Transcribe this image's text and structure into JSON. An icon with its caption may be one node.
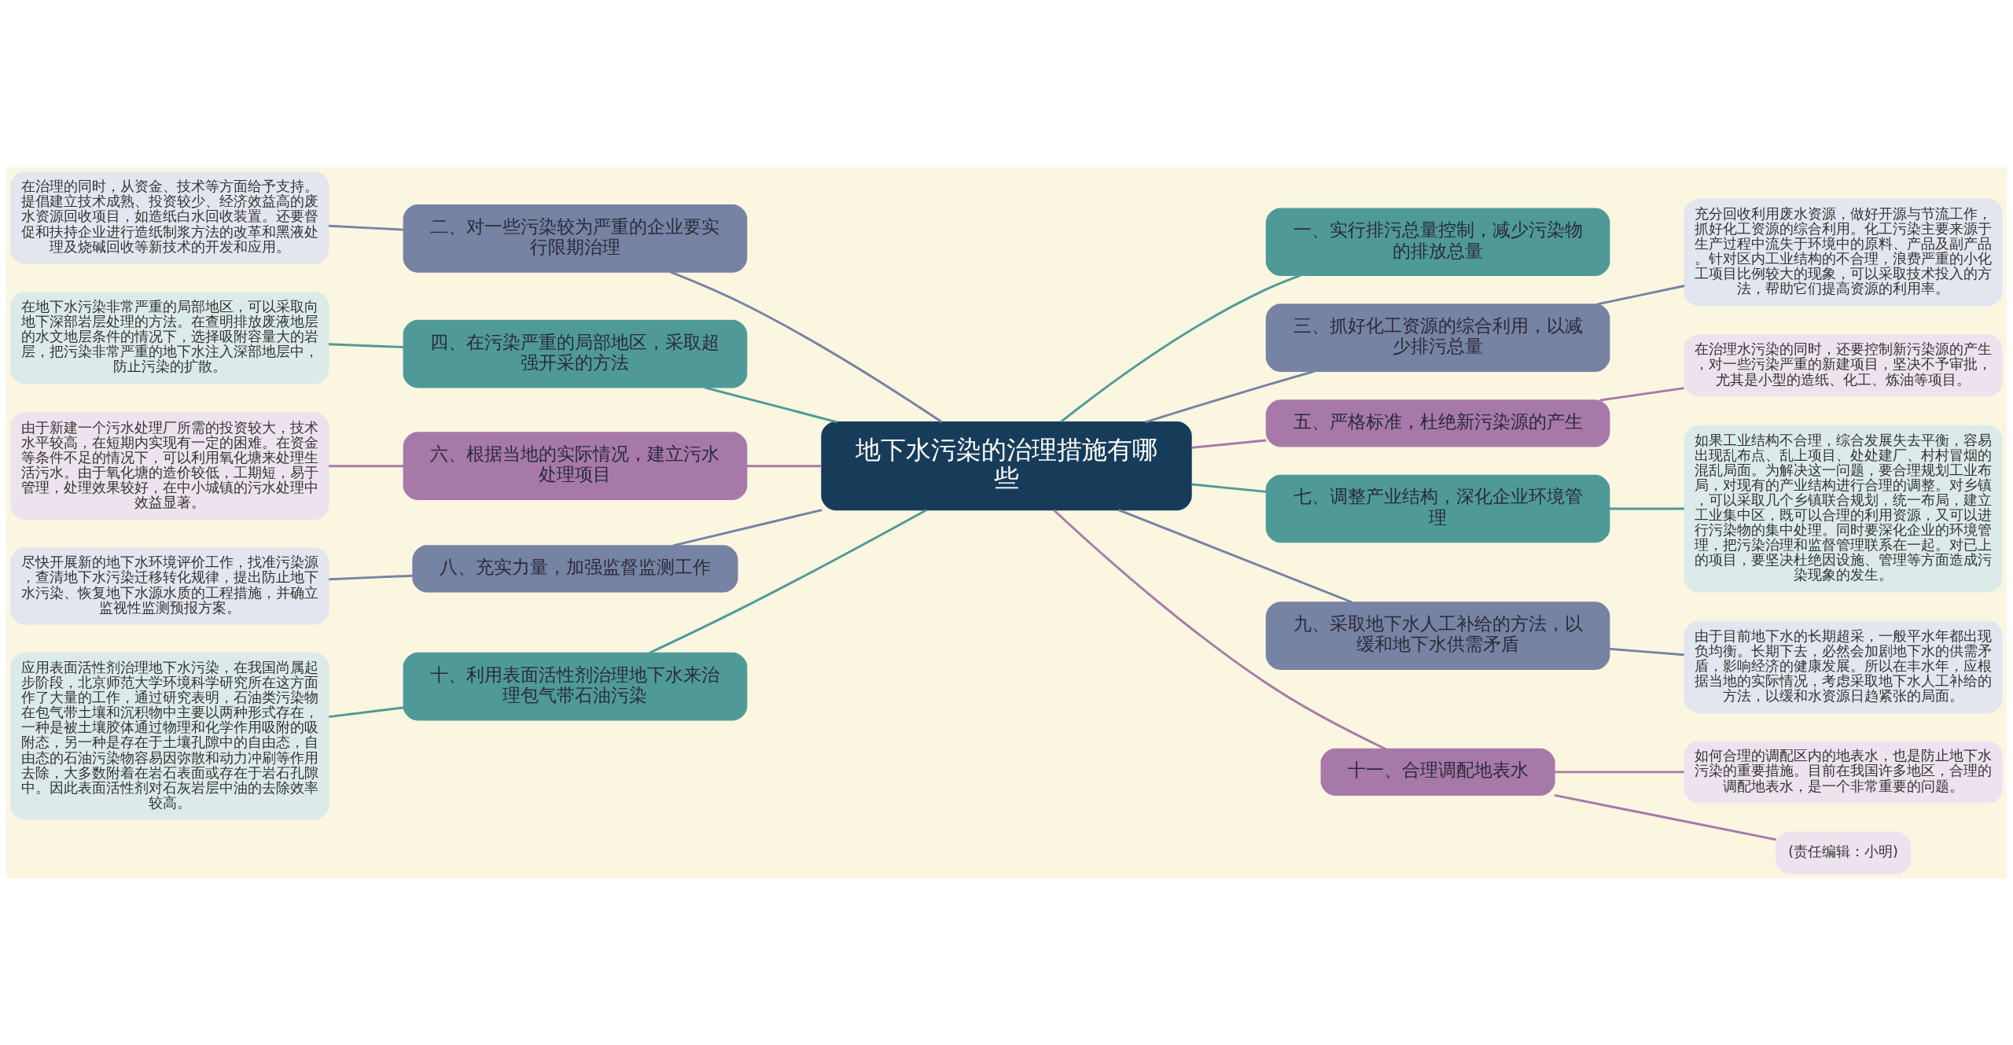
{
  "diagram": {
    "nodes": [
      {
        "text": [
          "地下水污染的治理措施有哪些"
        ]
      },
      {
        "text": [
          "一、实行排污总量控制，减少污染物的排放总量"
        ]
      },
      {
        "text": [
          "二、对一些污染较为严重的企业要实行限期治理"
        ]
      },
      {
        "text": [
          "在治理的同时，从资金、技术等方面给予支持。提倡建立技术成熟、投资较少、经济效益高的废水资源回收项目，如造纸白水回收装置。还要督促和扶持企业进行造纸制浆方法的改革和黑液处理及烧碱回收等新技术的开发和应用。"
        ]
      },
      {
        "text": [
          "三、抓好化工资源的综合利用，以减少排污总量"
        ]
      },
      {
        "text": [
          "充分回收利用废水资源，做好开源与节流工作，抓好化工资源的综合利用。化工污染主要来源于生产过程中流失于环境中的原料、产品及副产品。针对区内工业结构的不合理，浪费严重的小化工项目比例较大的现象，可以采取技术投入的方法，帮助它们提高资源的利用率。"
        ]
      },
      {
        "text": [
          "四、在污染严重的局部地区，采取超强开采的方法"
        ]
      },
      {
        "text": [
          "在地下水污染非常严重的局部地区，可以采取向地下深部岩层处理的方法。在查明排放废液地层的水文地层条件的情况下，选择吸附容量大的岩层，把污染非常严重的地下水注入深部地层中，防止污染的扩散。"
        ]
      },
      {
        "text": [
          "五、严格标准，杜绝新污染源的产生"
        ]
      },
      {
        "text": [
          "在治理水污染的同时，还要控制新污染源的产生，对一些污染严重的新建项目，坚决不予审批，尤其是小型的造纸、化工、炼油等项目。"
        ]
      },
      {
        "text": [
          "六、根据当地的实际情况，建立污水处理项目"
        ]
      },
      {
        "text": [
          "由于新建一个污水处理厂所需的投资较大，技术水平较高，在短期内实现有一定的困难。在资金等条件不足的情况下，可以利用氧化塘来处理生活污水。由于氧化塘的造价较低，工期短，易于管理，处理效果较好，在中小城镇的污水处理中效益显著。"
        ]
      },
      {
        "text": [
          "七、调整产业结构，深化企业环境管理"
        ]
      },
      {
        "text": [
          "如果工业结构不合理，综合发展失去平衡，容易出现乱布点、乱上项目、处处建厂、村村冒烟的混乱局面。为解决这一问题，要合理规划工业布局，对现有的产业结构进行合理的调整。对乡镇，可以采取几个乡镇联合规划，统一布局，建立工业集中区，既可以合理的利用资源，又可以进行污染物的集中处理。同时要深化企业的环境管理，把污染治理和监督管理联系在一起。对已上的项目，要坚决杜绝因设施、管理等方面造成污染现象的发生。"
        ]
      },
      {
        "text": [
          "八、充实力量，加强监督监测工作"
        ]
      },
      {
        "text": [
          "尽快开展新的地下水环境评价工作，找准污染源，查清地下水污染迁移转化规律，提出防止地下水污染、恢复地下水源水质的工程措施，并确立监视性监测预报方案。"
        ]
      },
      {
        "text": [
          "九、采取地下水人工补给的方法，以缓和地下水供需矛盾"
        ]
      },
      {
        "text": [
          "由于目前地下水的长期超采，一般平水年都出现负均衡。长期下去，必然会加剧地下水的供需矛盾，影响经济的健康发展。所以在丰水年，应根据当地的实际情况，考虑采取地下水人工补给的方法，以缓和水资源日趋紧张的局面。"
        ]
      },
      {
        "text": [
          "十、利用表面活性剂治理地下水来治理包气带石油污染"
        ]
      },
      {
        "text": [
          "应用表面活性剂治理地下水污染，在我国尚属起步阶段，北京师范大学环境科学研究所在这方面作了大量的工作，通过研究表明，石油类污染物在包气带土壤和沉积物中主要以两种形式存在，一种是被土壤胶体通过物理和化学作用吸附的吸附态，另一种是存在于土壤孔隙中的自由态，自由态的石油污染物容易因弥散和动力冲刷等作用去除，大多数附着在岩石表面或存在于岩石孔隙中。因此表面活性剂对石灰岩层中油的去除效率较高。"
        ]
      },
      {
        "text": [
          "十一、合理调配地表水"
        ]
      },
      {
        "text": [
          "如何合理的调配区内的地表水，也是防止地下水污染的重要措施。目前在我国许多地区，合理的调配地表水，是一个非常重要的问题。"
        ]
      },
      {
        "text": [
          "(责任编辑：小明)"
        ]
      }
    ],
    "edges": [
      {
        "from": 0,
        "to": 1,
        "arrow": "none",
        "color": "#4f9a98"
      },
      {
        "from": 0,
        "to": 2,
        "arrow": "none",
        "color": "#7783a3"
      },
      {
        "from": 2,
        "to": 3,
        "arrow": "none",
        "color": "#7783a3"
      },
      {
        "from": 0,
        "to": 4,
        "arrow": "none",
        "color": "#7783a3"
      },
      {
        "from": 4,
        "to": 5,
        "arrow": "none",
        "color": "#7783a3"
      },
      {
        "from": 0,
        "to": 6,
        "arrow": "none",
        "color": "#4f9a98"
      },
      {
        "from": 6,
        "to": 7,
        "arrow": "none",
        "color": "#4f9a98"
      },
      {
        "from": 0,
        "to": 8,
        "arrow": "none",
        "color": "#a779a9"
      },
      {
        "from": 8,
        "to": 9,
        "arrow": "none",
        "color": "#a779a9"
      },
      {
        "from": 0,
        "to": 10,
        "arrow": "none",
        "color": "#a779a9"
      },
      {
        "from": 10,
        "to": 11,
        "arrow": "none",
        "color": "#a779a9"
      },
      {
        "from": 0,
        "to": 12,
        "arrow": "none",
        "color": "#4f9a98"
      },
      {
        "from": 12,
        "to": 13,
        "arrow": "none",
        "color": "#4f9a98"
      },
      {
        "from": 0,
        "to": 14,
        "arrow": "none",
        "color": "#7783a3"
      },
      {
        "from": 14,
        "to": 15,
        "arrow": "none",
        "color": "#7783a3"
      },
      {
        "from": 0,
        "to": 16,
        "arrow": "none",
        "color": "#7783a3"
      },
      {
        "from": 16,
        "to": 17,
        "arrow": "none",
        "color": "#7783a3"
      },
      {
        "from": 0,
        "to": 18,
        "arrow": "none",
        "color": "#4f9a98"
      },
      {
        "from": 18,
        "to": 19,
        "arrow": "none",
        "color": "#4f9a98"
      },
      {
        "from": 0,
        "to": 20,
        "arrow": "none",
        "color": "#a779a9"
      },
      {
        "from": 20,
        "to": 21,
        "arrow": "none",
        "color": "#a779a9"
      },
      {
        "from": 20,
        "to": 22,
        "arrow": "none",
        "color": "#a779a9"
      }
    ]
  }
}
